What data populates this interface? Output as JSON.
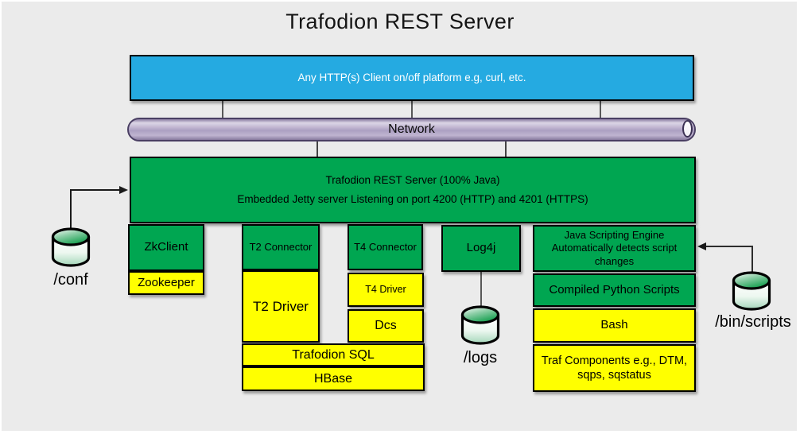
{
  "title": "Trafodion REST Server",
  "colors": {
    "background": "#ebebeb",
    "box_blue": "#25aae1",
    "box_green": "#00a651",
    "box_yellow": "#ffff00",
    "pipe_purple": "#b3a6c6"
  },
  "nodes": {
    "client": "Any HTTP(s) Client on/off platform e.g, curl, etc.",
    "network": "Network",
    "rest_line1": "Trafodion REST Server (100% Java)",
    "rest_line2": "Embedded Jetty server Listening on port 4200 (HTTP) and 4201 (HTTPS)",
    "zkclient": "ZkClient",
    "zookeeper": "Zookeeper",
    "t2_connector": "T2 Connector",
    "t2_driver": "T2 Driver",
    "t4_connector": "T4 Connector",
    "t4_driver": "T4 Driver",
    "dcs": "Dcs",
    "trafodion_sql": "Trafodion SQL",
    "hbase": "HBase",
    "log4j": "Log4j",
    "java_scripting_engine": "Java Scripting Engine Automatically detects script changes",
    "compiled_python": "Compiled Python Scripts",
    "bash": "Bash",
    "traf_components": "Traf Components e.g., DTM, sqps, sqstatus"
  },
  "storage": {
    "conf": "/conf",
    "logs": "/logs",
    "bin_scripts": "/bin/scripts"
  }
}
